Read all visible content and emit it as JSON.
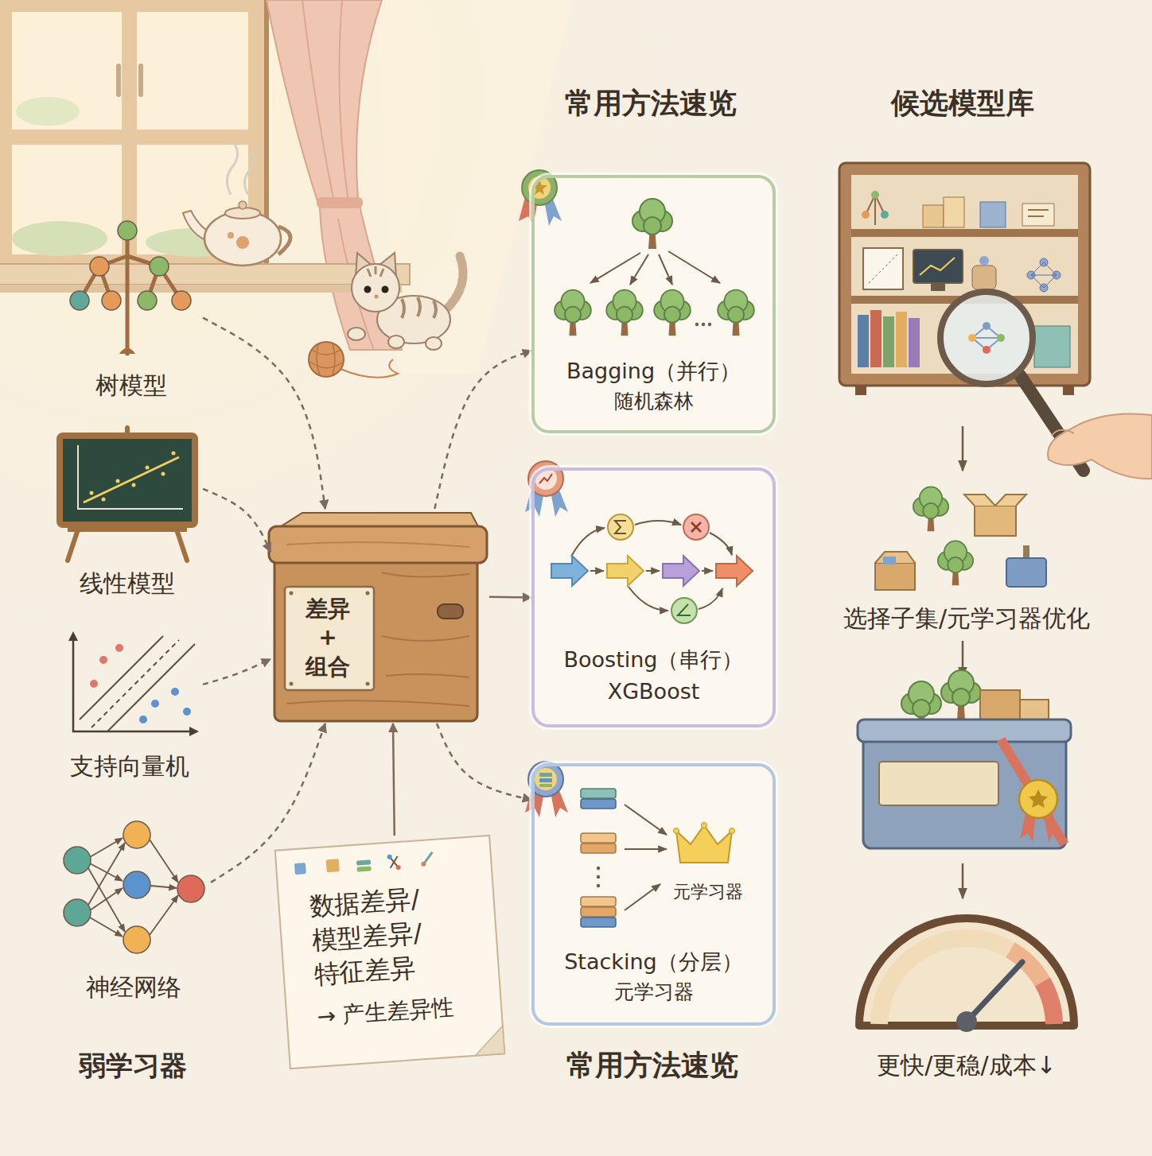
{
  "diagram": {
    "nodes": [
      {
        "text": [
          "树模型"
        ]
      },
      {
        "text": [
          "线性模型"
        ]
      },
      {
        "text": [
          "支持向量机"
        ]
      },
      {
        "text": [
          "神经网络"
        ]
      },
      {
        "text": [
          "差异 + 组合"
        ]
      },
      {
        "text": [
          "数据差异/ 模型差异/ 特征差异",
          "→ 产生差异性"
        ]
      },
      {
        "text": [
          "Bagging（并行）",
          "随机森林"
        ]
      },
      {
        "text": [
          "Boosting（串行）",
          "XGBoost"
        ]
      },
      {
        "text": [
          "元学习器",
          "Stacking（分层）",
          "元学习器"
        ]
      }
    ],
    "edges": [
      {
        "from": 0,
        "to": 4,
        "arrow": "to"
      },
      {
        "from": 1,
        "to": 4,
        "arrow": "to"
      },
      {
        "from": 2,
        "to": 4,
        "arrow": "to"
      },
      {
        "from": 3,
        "to": 4,
        "arrow": "to"
      },
      {
        "from": 5,
        "to": 4,
        "arrow": "to"
      },
      {
        "from": 4,
        "to": 6,
        "arrow": "to"
      },
      {
        "from": 4,
        "to": 7,
        "arrow": "to"
      },
      {
        "from": 4,
        "to": 8,
        "arrow": "to"
      }
    ],
    "labels": [
      "常用方法速览",
      "候选模型库",
      "选择子集/元学习器优化",
      "弱学习器",
      "常用方法速览",
      "更快/更稳/成本↓"
    ]
  }
}
